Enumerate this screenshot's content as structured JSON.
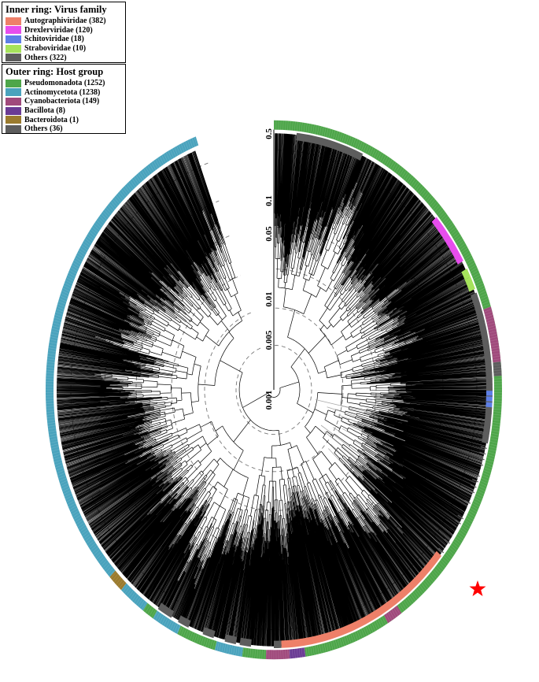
{
  "legend_inner": {
    "title": "Inner ring: Virus family",
    "items": [
      {
        "label": "Autographiviridae (382)",
        "color": "#ee8069"
      },
      {
        "label": "Drexlerviridae (120)",
        "color": "#e74ded"
      },
      {
        "label": "Schitoviridae (18)",
        "color": "#5d7fe6"
      },
      {
        "label": "Straboviridae (10)",
        "color": "#a6e35c"
      },
      {
        "label": "Others (322)",
        "color": "#5d5d5d"
      }
    ]
  },
  "legend_outer": {
    "title": "Outer ring: Host group",
    "items": [
      {
        "label": "Pseudomonadota (1252)",
        "color": "#4ea64a"
      },
      {
        "label": "Actinomycetota (1238)",
        "color": "#4aa3bd"
      },
      {
        "label": "Cyanobacteriota (149)",
        "color": "#a04a7c"
      },
      {
        "label": "Bacillota (8)",
        "color": "#6a3b94"
      },
      {
        "label": "Bacteroidota (1)",
        "color": "#9b7b2e"
      },
      {
        "label": "Others (36)",
        "color": "#5d5d5d"
      }
    ]
  },
  "scale_labels": [
    "0.001",
    "0.005",
    "0.01",
    "0.05",
    "0.1",
    "0.5"
  ],
  "marker": {
    "shape": "star",
    "color": "#ff0000"
  }
}
